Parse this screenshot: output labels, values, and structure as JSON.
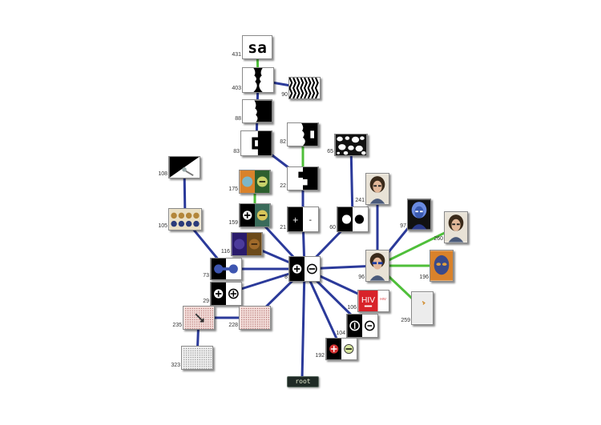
{
  "colors": {
    "edge_blue": "#2b3a9a",
    "edge_green": "#4fbf3a",
    "node_border": "#8a8a8a"
  },
  "root_label": "root",
  "nodes": [
    {
      "id": "8",
      "label": "8",
      "art": "plusminus"
    },
    {
      "id": "431",
      "label": "431",
      "art": "sa"
    },
    {
      "id": "403",
      "label": "403",
      "art": "vase"
    },
    {
      "id": "88",
      "label": "88",
      "art": "profile-a"
    },
    {
      "id": "83",
      "label": "83",
      "art": "profile-b"
    },
    {
      "id": "90",
      "label": "90",
      "art": "waves"
    },
    {
      "id": "82",
      "label": "82",
      "art": "profile-c"
    },
    {
      "id": "22",
      "label": "22",
      "art": "split"
    },
    {
      "id": "65",
      "label": "65",
      "art": "spots"
    },
    {
      "id": "60",
      "label": "60",
      "art": "dots"
    },
    {
      "id": "21",
      "label": "21",
      "art": "plusminus-small"
    },
    {
      "id": "175",
      "label": "175",
      "art": "orange-face"
    },
    {
      "id": "159",
      "label": "159",
      "art": "plus-face"
    },
    {
      "id": "108",
      "label": "108",
      "art": "diagonal"
    },
    {
      "id": "105",
      "label": "105",
      "art": "beads"
    },
    {
      "id": "116",
      "label": "116",
      "art": "purple"
    },
    {
      "id": "73",
      "label": "73",
      "art": "dumbbell"
    },
    {
      "id": "29",
      "label": "29",
      "art": "plusplus"
    },
    {
      "id": "235",
      "label": "235",
      "art": "pink-grid"
    },
    {
      "id": "228",
      "label": "228",
      "art": "pink-grid2"
    },
    {
      "id": "323",
      "label": "323",
      "art": "gray-grid"
    },
    {
      "id": "241",
      "label": "241",
      "art": "portrait"
    },
    {
      "id": "97",
      "label": "97",
      "art": "portrait-blue"
    },
    {
      "id": "260",
      "label": "260",
      "art": "portrait"
    },
    {
      "id": "96",
      "label": "96",
      "art": "portrait-shades"
    },
    {
      "id": "196",
      "label": "196",
      "art": "face-orange"
    },
    {
      "id": "106",
      "label": "106",
      "art": "hiv",
      "text": "HIV"
    },
    {
      "id": "259",
      "label": "259",
      "art": "blank"
    },
    {
      "id": "104",
      "label": "104",
      "art": "plusminus-outline"
    },
    {
      "id": "192",
      "label": "192",
      "art": "colored-pm"
    }
  ]
}
